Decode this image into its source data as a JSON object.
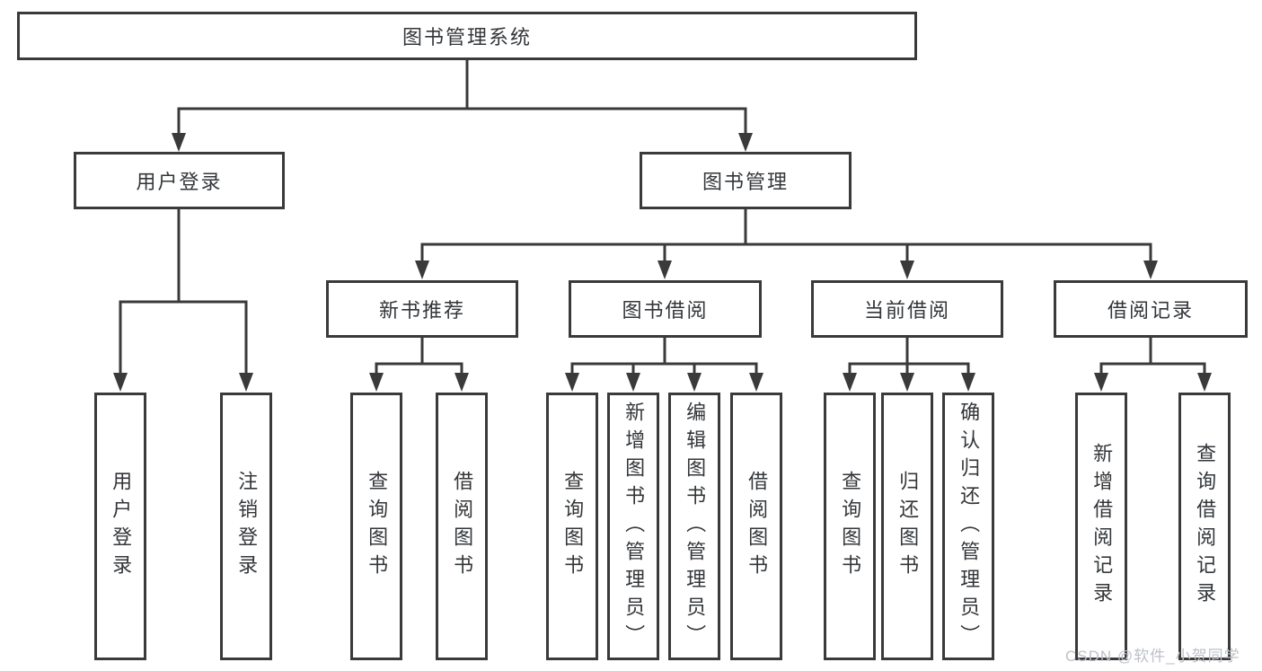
{
  "diagram": {
    "colors": {
      "line": "#3a3a3a",
      "border": "#3a3a3a",
      "text": "#333639",
      "background": "#ffffff",
      "watermark": "#bdc1c8"
    },
    "watermark": "CSDN @软件_小贺同学",
    "nodes": {
      "root": {
        "label": "图书管理系统"
      },
      "level1": [
        {
          "label": "用户登录"
        },
        {
          "label": "图书管理"
        }
      ],
      "level2": [
        {
          "label": "新书推荐",
          "parent": "图书管理"
        },
        {
          "label": "图书借阅",
          "parent": "图书管理"
        },
        {
          "label": "当前借阅",
          "parent": "图书管理"
        },
        {
          "label": "借阅记录",
          "parent": "图书管理"
        }
      ],
      "leaves": [
        {
          "label": "用户登录",
          "parent": "用户登录"
        },
        {
          "label": "注销登录",
          "parent": "用户登录"
        },
        {
          "label": "查询图书",
          "parent": "新书推荐"
        },
        {
          "label": "借阅图书",
          "parent": "新书推荐"
        },
        {
          "label": "查询图书",
          "parent": "图书借阅"
        },
        {
          "label": "新增图书（管理员）",
          "parent": "图书借阅"
        },
        {
          "label": "编辑图书（管理员）",
          "parent": "图书借阅"
        },
        {
          "label": "借阅图书",
          "parent": "图书借阅"
        },
        {
          "label": "查询图书",
          "parent": "当前借阅"
        },
        {
          "label": "归还图书",
          "parent": "当前借阅"
        },
        {
          "label": "确认归还（管理员）",
          "parent": "当前借阅"
        },
        {
          "label": "新增借阅记录",
          "parent": "借阅记录"
        },
        {
          "label": "查询借阅记录",
          "parent": "借阅记录"
        }
      ]
    }
  }
}
